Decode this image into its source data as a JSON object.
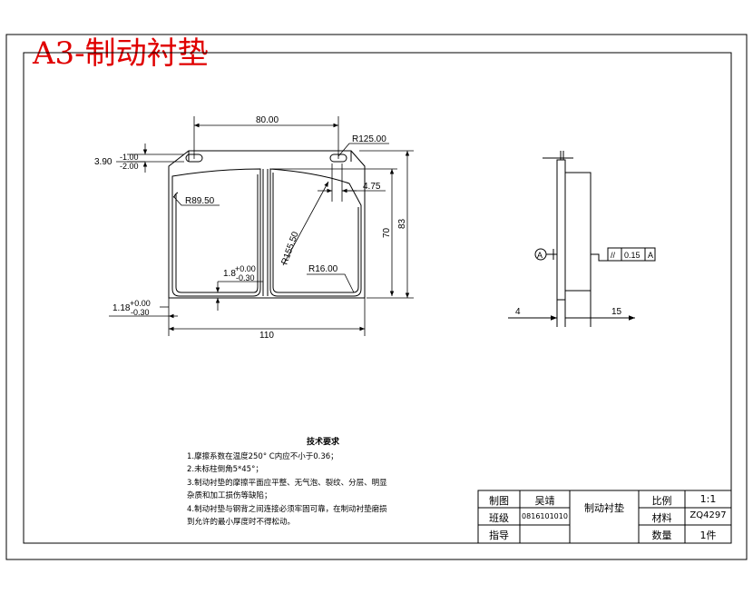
{
  "title": "A3-制动衬垫",
  "dimensions": {
    "overall_width": "80.00",
    "outer_radius": "R125.00",
    "slot_upper": "-1.00",
    "slot_lower": "-2.00",
    "slot_nominal": "3.90",
    "edge_offset": "4.75",
    "inner_radius": "R89.50",
    "arc_radius": "R155.50",
    "total_height": "83",
    "lining_height": "70",
    "corner_radius": "R16.00",
    "groove_depth": "1.8",
    "groove_tol_upper": "+0.00",
    "groove_tol_lower": "-0.30",
    "edge_depth": "1.18",
    "edge_tol_upper": "+0.00",
    "edge_tol_lower": "-0.30",
    "base_width": "110",
    "plate_thickness": "4",
    "lining_thickness": "15",
    "datum_label": "A",
    "parallel_symbol": "//",
    "parallel_tolerance": "0.15",
    "parallel_datum": "A"
  },
  "tech_requirements": {
    "title": "技术要求",
    "items": [
      "1.摩擦系数在温度250° C内应不小于0.36；",
      "2.未标柱倒角5*45°；",
      "3.制动衬垫的摩擦平面应平整、无气泡、裂纹、分层、明显",
      "杂质和加工损伤等缺陷；",
      "4.制动衬垫与钢背之间连接必须牢固可靠，在制动衬垫磨损",
      "到允许的最小厚度时不得松动。"
    ]
  },
  "title_block": {
    "drawn_label": "制图",
    "drawn_name": "吴靖",
    "class_label": "班级",
    "class_value": "0816101010",
    "guide_label": "指导",
    "part_name": "制动衬垫",
    "scale_label": "比例",
    "scale_value": "1:1",
    "material_label": "材料",
    "material_value": "ZQ4297",
    "quantity_label": "数量",
    "quantity_value": "1件"
  }
}
